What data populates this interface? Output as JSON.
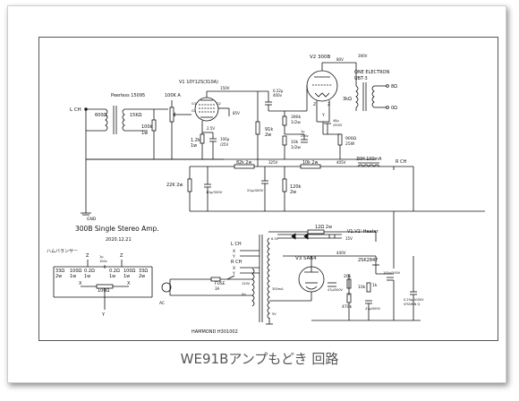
{
  "caption": "WE91Bアンプもどき 回路",
  "title": "300B Single Stereo Amp.",
  "date": "2020.12.21",
  "labels": {
    "lch_in": "L CH",
    "gnd": "GND",
    "in_trans": "Peerless 15095",
    "in_ohm": "600Ω",
    "in_sec": "15KΩ",
    "r100k": "100k",
    "r100k_w": "1w",
    "vol": "100K A",
    "v1": "V1 10Y12S(310A)",
    "v150": "150V",
    "v85": "85V",
    "v25": "2.5V",
    "r12k": "1.2k",
    "r12k_w": "1w",
    "c100u": "100μ",
    "c100u_v": "/25V",
    "c022": "0.22μ",
    "c022_v": "400v",
    "r91k": "91k",
    "r91k_w": "2w",
    "v2": "V2 300B",
    "v80": "80V",
    "v390": "390V",
    "r390k": "390k",
    "r390k_w": "1/2w",
    "r10k": "10k",
    "r10k_w": "1/2w",
    "c1u": "1μ",
    "c1u_v": "250v",
    "c_bypass": "48μ",
    "c_bypass_v": "/350V",
    "r900": "900Ω",
    "r900_w": "25W",
    "ot_name": "ONE ELECTRON",
    "ot_model": "UBT-3",
    "ot_pri": "3kΩ",
    "out_8": "8Ω",
    "out_0": "0Ω",
    "r82k": "82k 2w",
    "r10k2": "10k 2w",
    "v325": "325V",
    "v405": "405V",
    "choke": "30H 100mA",
    "rch": "R CH",
    "r22k": "22K 2w",
    "c10u": "10μ/300V",
    "c22u": "22μ/400V",
    "r120k": "120k",
    "r120k_w": "2w",
    "hum": "ハムバランサー",
    "h33_l": "33Ω",
    "h33_r": "33Ω",
    "h2w": "2w",
    "h100_l": "100Ω",
    "h100_r": "100Ω",
    "h02_l": "0.2Ω",
    "h02_r": "0.2Ω",
    "h1w": "1w",
    "h100": "100Ω",
    "hZ": "Z",
    "hY": "Y",
    "hX": "X",
    "h1u": "1μ",
    "h1u_v": "100v",
    "r12": "12Ω 2w",
    "heater": "V1,V1' Heater",
    "v15": "15V",
    "lch2": "L CH",
    "rch2": "R CH",
    "v3": "V3 5AR4",
    "v440": "440V",
    "q1": "2SK2847",
    "pt": "HAMMOND H301002",
    "fuse": "FUSE",
    "fuse_v": "3A",
    "ac": "AC",
    "r20k": "20k",
    "r1k": "1k",
    "r470k": "470k",
    "c47u": "47μ/500V",
    "c47u_2": "47μ/500V",
    "c_vit": "0.25μ/1000V",
    "vit": "VITAMIN Q",
    "c100u500": "100μ/500V",
    "pt_tap1": "6.3V",
    "pt_tap2": "5V",
    "pt_tap3": "120V",
    "pt_tap4": "0V",
    "pt_tap5": "300mA",
    "pt_tap6": "5V",
    "ten_k": "10k"
  }
}
